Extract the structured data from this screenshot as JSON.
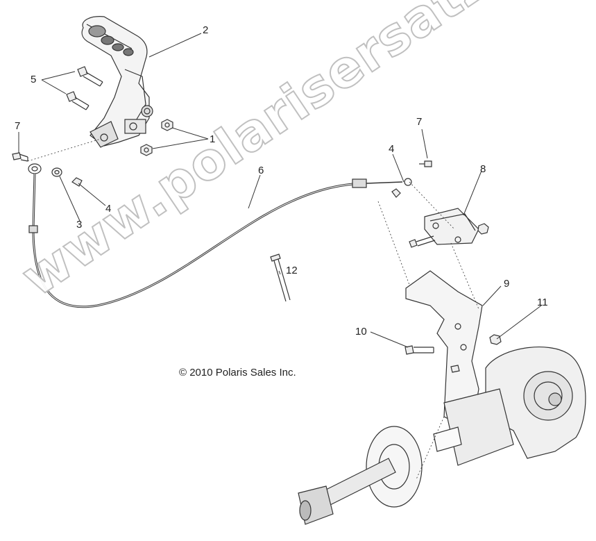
{
  "diagram": {
    "copyright": "© 2010 Polaris Sales Inc.",
    "watermark": "www.polarisersatzteile.de",
    "callouts": {
      "c1": "1",
      "c2": "2",
      "c3": "3",
      "c4a": "4",
      "c4b": "4",
      "c5": "5",
      "c6": "6",
      "c7a": "7",
      "c7b": "7",
      "c8": "8",
      "c9": "9",
      "c10": "10",
      "c11": "11",
      "c12": "12"
    }
  },
  "colors": {
    "line": "#333333",
    "watermark_outline": "#bdbdbd"
  }
}
